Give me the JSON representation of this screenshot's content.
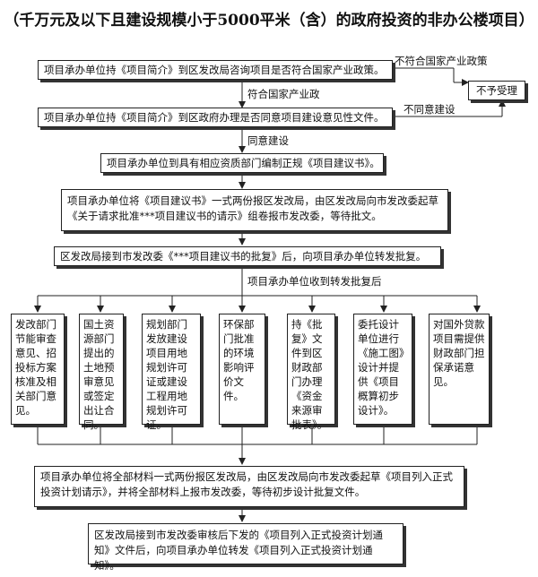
{
  "title": "（千万元及以下且建设规模小于5000平米（含）的政府投资的非办公楼项目）",
  "steps": {
    "s1": "项目承办单位持《项目简介》到区发改局咨询项目是否符合国家产业政策。",
    "s2": "项目承办单位持《项目简介》到区政府办理是否同意项目建设意见性文件。",
    "s3": "项目承办单位到具有相应资质部门编制正规《项目建议书》。",
    "s4": "项目承办单位将《项目建议书》一式两份报区发改局，由区发改局向市发改委起草《关于请求批准***项目建议书的请示》组卷报市发改委，等待批文。",
    "s5": "区发改局接到市发改委《***项目建议书的批复》后，向项目承办单位转发批复。",
    "s6": "项目承办单位将全部材料一式两份报区发改局，由区发改局向市发改委起草《项目列入正式投资计划请示》，并将全部材料上报市发改委，等待初步设计批复文件。",
    "s7": "区发改局接到市发改委审核后下发的《项目列入正式投资计划通知》文件后，向项目承办单位转发《项目列入正式投资计划通知》。"
  },
  "reject": "不予受理",
  "labels": {
    "not_comply": "不符合国家产业政策",
    "comply": "符合国家产业政",
    "disagree": "不同意建设",
    "agree": "同意建设",
    "received": "项目承办单位收到转发批复后"
  },
  "columns": [
    "发改部门节能审查意见、招投标方案核准及相关部门意见。",
    "国土资源部门提出的土地预审意见或签定出让合同。",
    "规划部门发放建设项目用地规划许可证或建设工程用地规划许可证。",
    "环保部门批准的环境影响评价文件。",
    "持《批复》文件到区财政部门办理《资金来源审批表》。",
    "委托设计单位进行《施工图》设计并提供《项目概算初步设计》。",
    "对国外贷款项目需提供财政部门担保承诺意见。"
  ]
}
